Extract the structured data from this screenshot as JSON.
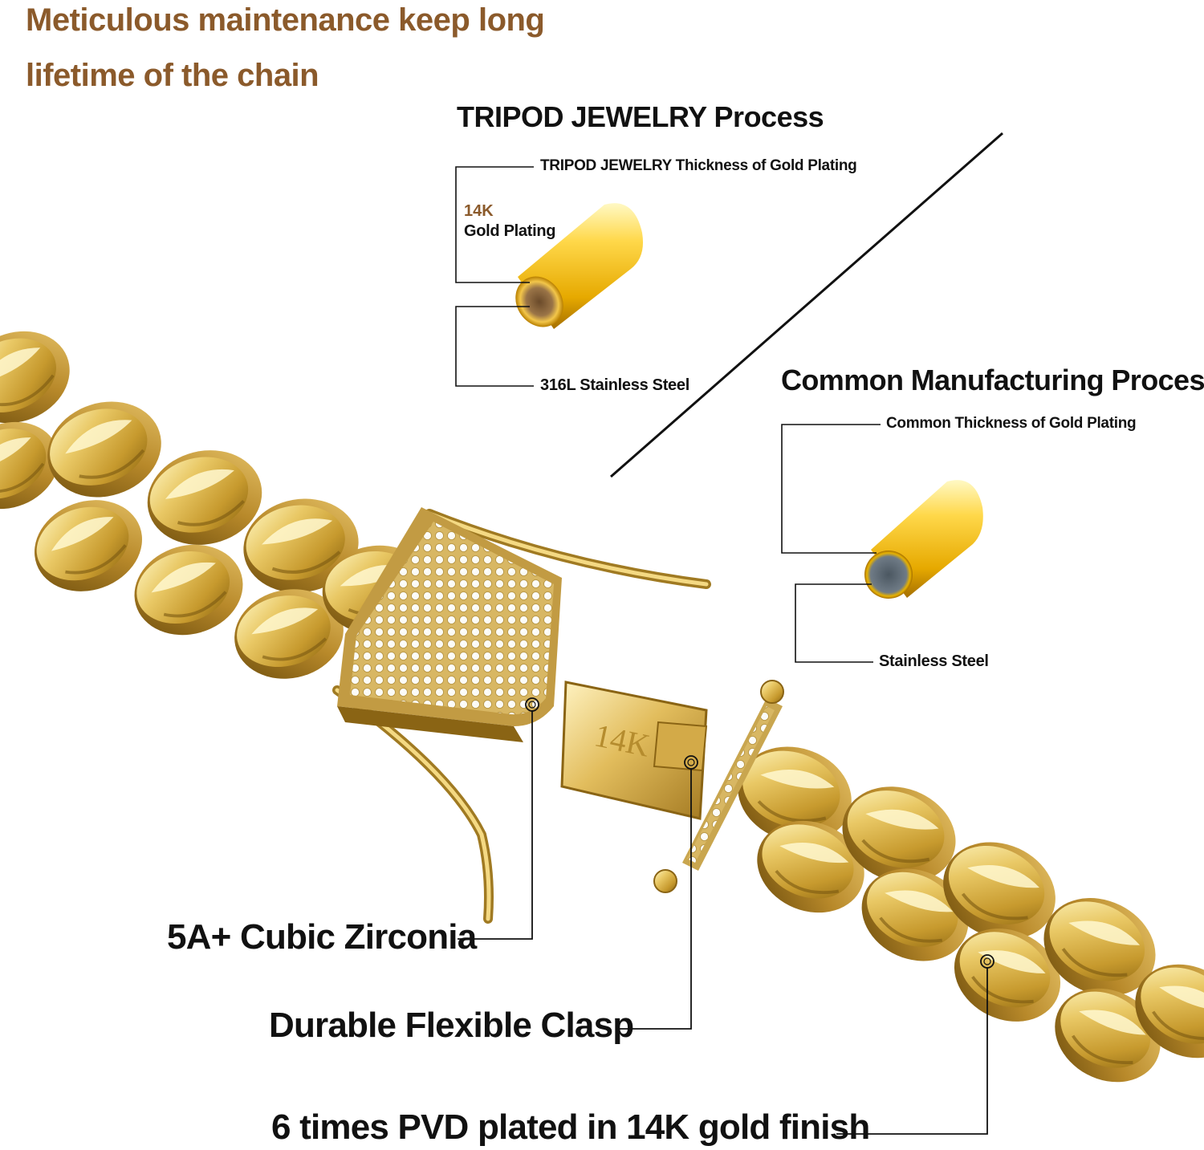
{
  "headline": {
    "line1": "Meticulous maintenance keep long",
    "line2": "lifetime of the chain"
  },
  "tripod": {
    "title": "TRIPOD JEWELRY Process",
    "thickness_label": "TRIPOD JEWELRY Thickness of Gold Plating",
    "karat_label": "14K",
    "plating_label": "Gold Plating",
    "core_label": "316L Stainless Steel"
  },
  "common": {
    "title": "Common Manufacturing Process",
    "thickness_label": "Common Thickness of Gold Plating",
    "core_label": "Stainless Steel"
  },
  "callouts": {
    "zirconia": "5A+ Cubic Zirconia",
    "clasp": "Durable Flexible Clasp",
    "finish": "6 times PVD plated in 14K gold finish"
  },
  "clasp_engraving": "14K",
  "colors": {
    "headline": "#8b5a2b",
    "karat": "#8b5a2b",
    "text": "#111111",
    "gold_light": "#fff2a8",
    "gold_mid": "#e0b23a",
    "gold_dark": "#8a6410",
    "steel_core": "#5b6670"
  }
}
